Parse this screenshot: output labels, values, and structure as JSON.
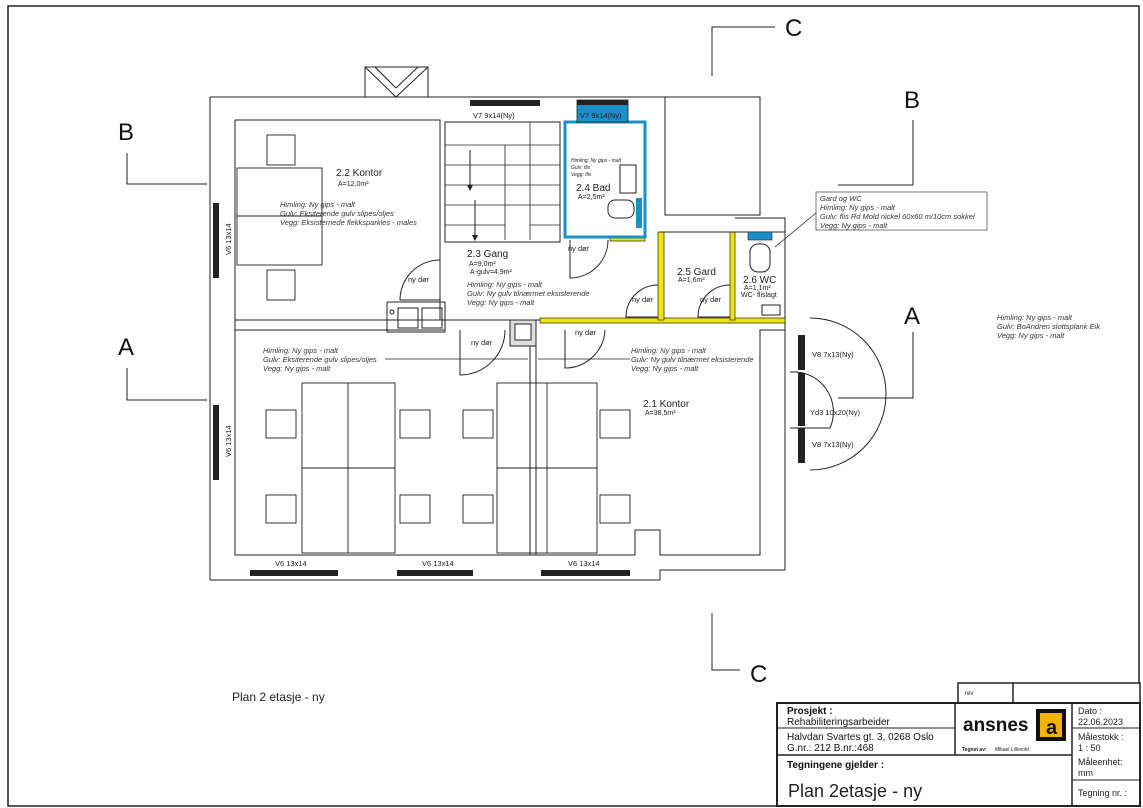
{
  "drawing_title": "Plan 2 etasje - ny",
  "section_markers": {
    "a": "A",
    "b": "B",
    "c": "C"
  },
  "rooms": [
    {
      "name": "2.2 Kontor",
      "area": "A=12,0m²",
      "notes": [
        "Himling: Ny gips - malt",
        "Gulv: Eksiterende gulv slipes/oljes",
        "Vegg: Eksisternede flekksparkles - males"
      ]
    },
    {
      "name": "2.3 Gang",
      "area": "A=9,0m²",
      "area2": "A-gulv=4,9m²",
      "notes": [
        "Himling: Ny gips - malt",
        "Gulv: Ny gulv tilnærmet eksisterende",
        "Vegg: Ny gips - malt"
      ]
    },
    {
      "name": "2.4 Bad",
      "area": "A=2,5m²",
      "notes": [
        "Himling: Ny gips - malt",
        "Gulv: flis",
        "Vegg: flis"
      ]
    },
    {
      "name": "2.5 Gard",
      "area": "A=1,6m²"
    },
    {
      "name": "2.6 WC",
      "area": "A=1,1m²",
      "extra": "WC- flislagt"
    },
    {
      "name": "2.1 Kontor",
      "area": "A=38,5m²"
    }
  ],
  "notes_left_lower": [
    "Himling: Ny gips - malt",
    "Gulv: Eksiterende gulv slipes/oljes",
    "Vegg: Ny gips - malt"
  ],
  "notes_mid_lower": [
    "Himling: Ny gips - malt",
    "Gulv: Ny gulv tilnærmet eksisterende",
    "Vegg: Ny gips - malt"
  ],
  "notes_right": [
    "Himling: Ny gips - malt",
    "Gulv: BoAndren slottsplank Eik",
    "Vegg: Ny gips - malt"
  ],
  "gard_wc_box": [
    "Gard og WC",
    "Himling: Ny gips - malt",
    "Gulv: flis Rd Mold nickel 60x60 m/10cm sokkel",
    "Vegg: Ny gips - malt"
  ],
  "door_label": "ny dør",
  "windows": {
    "v7": "V7 9x14(Ny)",
    "v6": "V6 13x14",
    "v8": "V8 7x13(Ny)",
    "yd3": "Yd3  10x20(Ny)"
  },
  "title_block": {
    "rev": "rev",
    "prosjekt_label": "Prosjekt  :",
    "prosjekt": "Rehabiliteringsarbeider",
    "address": "Halvdan Svartes gt. 3, 0268 Oslo",
    "gnr": "G.nr.: 212 B.nr.:468",
    "company": "ansnes",
    "tegnet_av_label": "Tegnet av:",
    "tegnet_av": "Mikael Lillevold",
    "dato_label": "Dato :",
    "dato": "22.06.2023",
    "malestokk_label": "Målestokk :",
    "malestokk": "1 : 50",
    "maleenhet_label": "Måleenhet:",
    "maleenhet": "mm",
    "tegning_nr_label": "Tegning nr. :",
    "gjelder_label": "Tegningene gjelder :",
    "gjelder": "Plan 2etasje - ny"
  },
  "colors": {
    "wall_highlight": "#f2e600",
    "bathroom": "#1a8fc9",
    "logo": "#f0b400"
  }
}
